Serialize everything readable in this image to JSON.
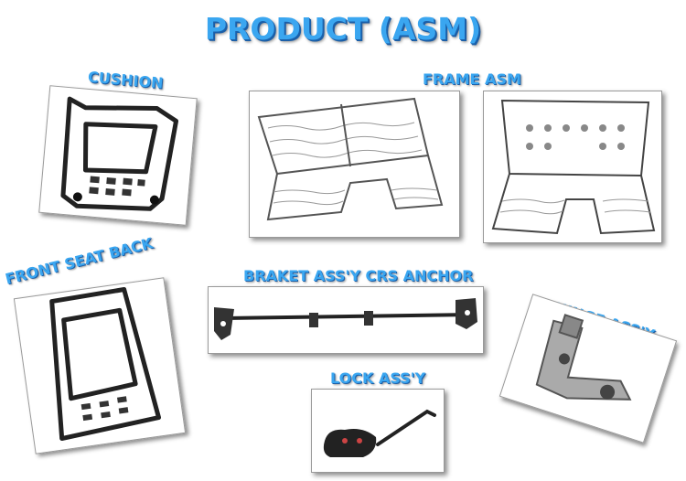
{
  "title": "PRODUCT (ASM)",
  "products": {
    "cushion": "CUSHION",
    "frame_asm": "FRAME ASM",
    "front_seat_back": "FRONT SEAT BACK",
    "braket": "BRAKET ASS'Y CRS ANCHOR",
    "hinge": "HINGE ASS'Y",
    "lock": "LOCK ASS'Y"
  }
}
